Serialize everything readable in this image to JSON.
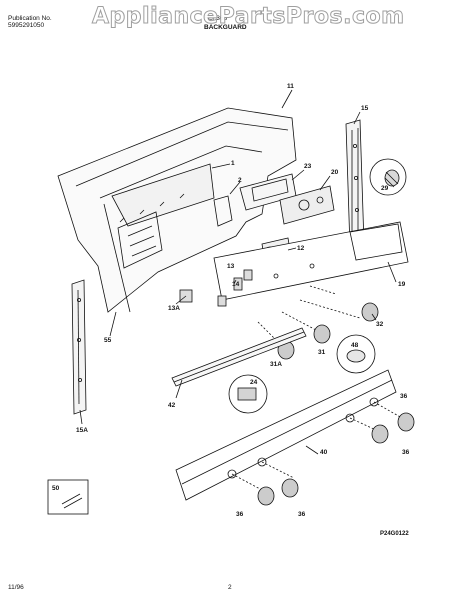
{
  "header": {
    "publication_label": "Publication No.",
    "publication_number": "5995291050",
    "model": "FEF366",
    "section_title": "BACKGUARD"
  },
  "watermark": "AppliancePartsPros.com",
  "diagram": {
    "part_labels": [
      "11",
      "15",
      "1",
      "23",
      "20",
      "29",
      "2",
      "12",
      "13",
      "14",
      "19",
      "13A",
      "32",
      "55",
      "48",
      "31",
      "31A",
      "24",
      "42",
      "36",
      "15A",
      "40",
      "50"
    ],
    "drawing_code": "P24G0122"
  },
  "footer": {
    "date": "11/96",
    "page": "2"
  }
}
